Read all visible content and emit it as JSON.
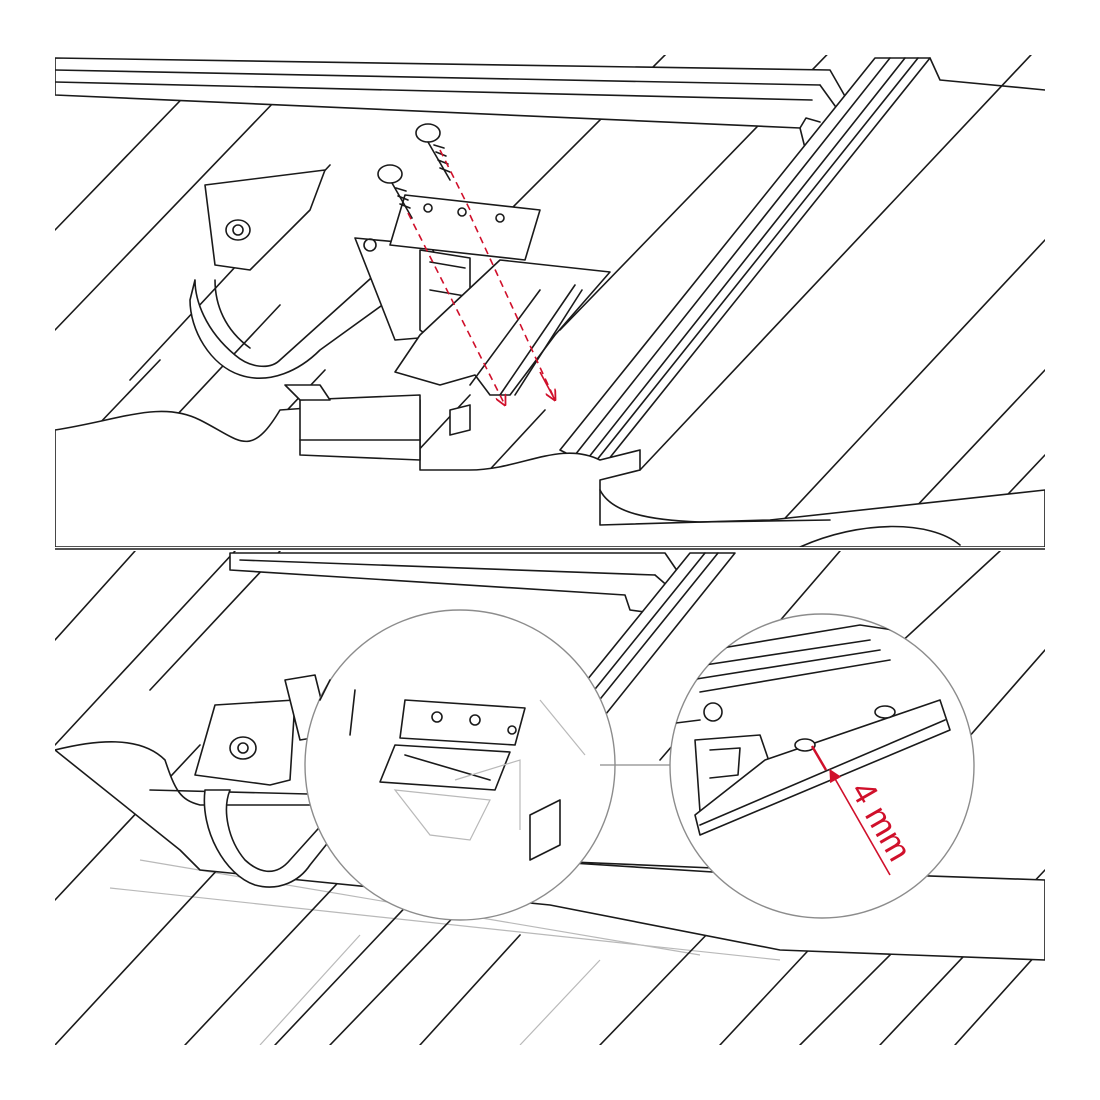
{
  "figure": {
    "panels": [
      "top-step-fasten-hook",
      "bottom-step-check-clearance"
    ],
    "detail": {
      "dimension_label": "4 mm"
    },
    "colors": {
      "line": "#1a1a1a",
      "accent": "#d0102b",
      "detail_circle": "#8c8c8c",
      "background": "#ffffff"
    }
  }
}
